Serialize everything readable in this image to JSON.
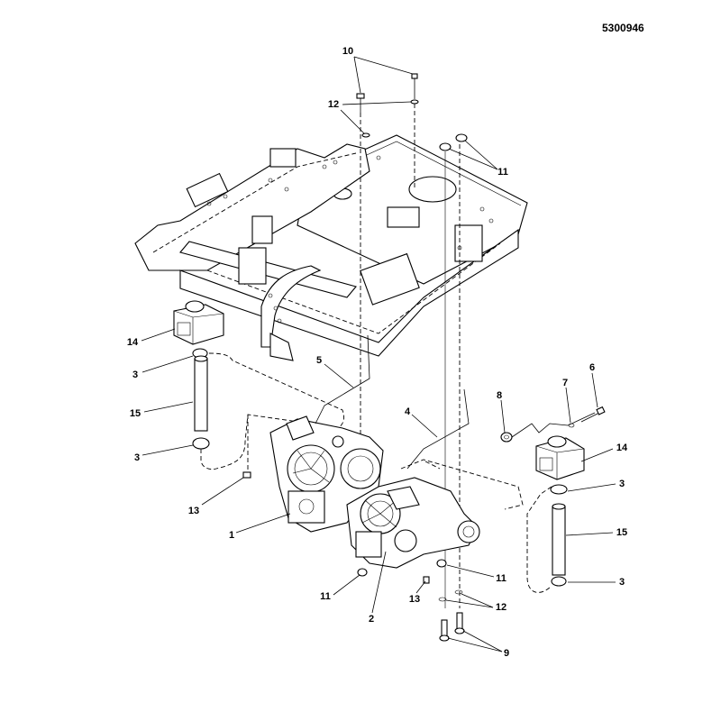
{
  "document_id": "5300946",
  "callouts": [
    {
      "key": "c10",
      "label": "10"
    },
    {
      "key": "c12a",
      "label": "12"
    },
    {
      "key": "c11a",
      "label": "11"
    },
    {
      "key": "c14a",
      "label": "14"
    },
    {
      "key": "c3a",
      "label": "3"
    },
    {
      "key": "c5",
      "label": "5"
    },
    {
      "key": "c15a",
      "label": "15"
    },
    {
      "key": "c3b",
      "label": "3"
    },
    {
      "key": "c13a",
      "label": "13"
    },
    {
      "key": "c1",
      "label": "1"
    },
    {
      "key": "c4",
      "label": "4"
    },
    {
      "key": "c8",
      "label": "8"
    },
    {
      "key": "c7",
      "label": "7"
    },
    {
      "key": "c6",
      "label": "6"
    },
    {
      "key": "c14b",
      "label": "14"
    },
    {
      "key": "c3c",
      "label": "3"
    },
    {
      "key": "c15b",
      "label": "15"
    },
    {
      "key": "c3d",
      "label": "3"
    },
    {
      "key": "c11b",
      "label": "11"
    },
    {
      "key": "c11c",
      "label": "11"
    },
    {
      "key": "c13b",
      "label": "13"
    },
    {
      "key": "c2",
      "label": "2"
    },
    {
      "key": "c12b",
      "label": "12"
    },
    {
      "key": "c9",
      "label": "9"
    }
  ]
}
